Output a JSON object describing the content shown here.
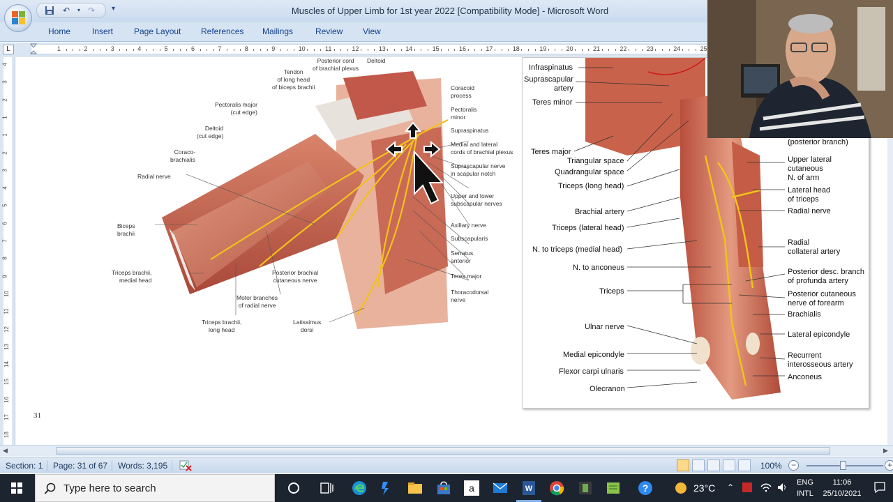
{
  "window": {
    "title": "Muscles of Upper Limb  for 1st year 2022 [Compatibility Mode] - Microsoft Word",
    "office_button_icon": "office-orb-icon",
    "qat_icons": [
      "save-icon",
      "undo-icon",
      "redo-icon",
      "customize-qat-icon"
    ]
  },
  "ribbon": {
    "tabs": [
      "Home",
      "Insert",
      "Page Layout",
      "References",
      "Mailings",
      "Review",
      "View"
    ]
  },
  "ruler": {
    "tab_selector": "L",
    "numbers": [
      "1",
      "2",
      "3",
      "4",
      "5",
      "6",
      "7",
      "8",
      "9",
      "10",
      "11",
      "12",
      "13",
      "14",
      "15",
      "16",
      "17",
      "18",
      "19",
      "20",
      "21",
      "22",
      "23",
      "24",
      "25"
    ],
    "vertical_numbers": [
      "4",
      "3",
      "2",
      "1",
      "1",
      "2",
      "3",
      "4",
      "5",
      "6",
      "7",
      "8",
      "9",
      "10",
      "11",
      "12",
      "13",
      "14",
      "15",
      "16",
      "17",
      "18"
    ]
  },
  "document": {
    "page_number": "31",
    "left_figure_labels": {
      "posterior_cord": "Posterior cord\nof brachial plexus",
      "deltoid_top": "Deltoid",
      "tendon": "Tendon\nof long head\nof biceps brachii",
      "coracoid": "Coracoid\nprocess",
      "pectoralis_major": "Pectoralis major\n(cut edge)",
      "pectoralis_minor": "Pectoralis\nminor",
      "supraspinatus": "Supraspinatus",
      "deltoid_cut": "Deltoid\n(cut edge)",
      "medial_lateral_cords": "Medial and lateral\ncords of brachial plexus",
      "coracobrachialis": "Coraco-\nbrachialis",
      "suprascapular_nerve": "Suprascapular nerve\nin scapular notch",
      "radial_nerve": "Radial nerve",
      "upper_lower_subscapular": "Upper and lower\nsubscapular nerves",
      "axillary_nerve": "Axillary nerve",
      "biceps": "Biceps\nbrachii",
      "subscapularis": "Subscapularis",
      "serratus": "Serratus\nanterior",
      "triceps_medial": "Triceps brachii,\nmedial head",
      "posterior_brachial": "Posterior brachial\ncutaneous nerve",
      "teres_major": "Teres major",
      "motor_branches": "Motor branches\nof radial nerve",
      "thoracodorsal": "Thoracodorsal\nnerve",
      "triceps_long": "Triceps brachii,\nlong head",
      "latissimus": "Latissimus\ndorsi"
    },
    "right_figure_labels": {
      "infraspinatus": "Infraspinatus",
      "suprascapular_artery": "Suprascapular\nartery",
      "teres_minor": "Teres minor",
      "teres_major": "Teres major",
      "posterior_branch": "(posterior branch)",
      "triangular_space": "Triangular space",
      "quadrangular_space": "Quadrangular space",
      "upper_lateral_cutaneous": "Upper lateral\ncutaneous\nN. of arm",
      "triceps_long_head": "Triceps (long head)",
      "lateral_head_triceps": "Lateral head\nof triceps",
      "brachial_artery": "Brachial artery",
      "radial_nerve": "Radial nerve",
      "triceps_lateral_head": "Triceps (lateral head)",
      "radial_collateral": "Radial\ncollateral artery",
      "n_triceps_medial": "N. to triceps (medial head)",
      "n_anconeus": "N. to anconeus",
      "posterior_desc_branch": "Posterior desc. branch\nof profunda artery",
      "triceps": "Triceps",
      "posterior_cutaneous": "Posterior cutaneous\nnerve of forearm",
      "brachialis": "Brachialis",
      "ulnar_nerve": "Ulnar nerve",
      "lateral_epicondyle": "Lateral epicondyle",
      "medial_epicondyle": "Medial epicondyle",
      "recurrent_interosseous": "Recurrent\ninterosseous artery",
      "flexor_carpi_ulnaris": "Flexor carpi ulnaris",
      "anconeus": "Anconeus",
      "olecranon": "Olecranon"
    }
  },
  "statusbar": {
    "section": "Section: 1",
    "page": "Page: 31 of 67",
    "words": "Words: 3,195",
    "zoom": "100%",
    "proofing_icon": "proofing-errors-icon",
    "view_icons": [
      "print-layout-icon",
      "full-screen-reading-icon",
      "web-layout-icon",
      "outline-icon",
      "draft-icon"
    ]
  },
  "taskbar": {
    "search_placeholder": "Type here to search",
    "temperature": "23°C",
    "language": "ENG\nINTL",
    "time": "11:06",
    "date": "25/10/2021",
    "pinned_icons": [
      "cortana-icon",
      "task-view-icon",
      "edge-icon",
      "power-automate-icon",
      "file-explorer-icon",
      "store-icon",
      "amazon-icon",
      "mail-icon",
      "word-icon",
      "chrome-icon",
      "camera-app-icon",
      "notes-app-icon",
      "help-icon"
    ]
  },
  "colors": {
    "ribbon_blue": "#15428b",
    "muscle": "#c8624a",
    "nerve": "#f2c21a",
    "taskbar": "#1c2430"
  }
}
